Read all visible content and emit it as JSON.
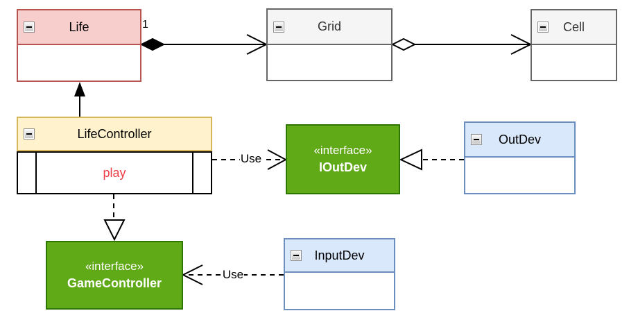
{
  "colors": {
    "red_fill": "#f8cecc",
    "red_stroke": "#b85450",
    "yellow_fill": "#fff2cc",
    "yellow_stroke": "#d6b656",
    "gray_fill": "#f5f5f5",
    "gray_stroke": "#666666",
    "blue_fill": "#dae8fc",
    "blue_stroke": "#6c8ebf",
    "green_fill": "#60a917",
    "green_stroke": "#2d7600",
    "green_text": "#ffffff",
    "method_text": "#ed3d47",
    "edge_stroke": "#000000"
  },
  "classes": {
    "life": {
      "title": "Life"
    },
    "grid": {
      "title": "Grid"
    },
    "cell": {
      "title": "Cell"
    },
    "life_controller": {
      "title": "LifeController",
      "method": "play"
    },
    "ioutdev": {
      "stereotype": "«interface»",
      "name": "IOutDev"
    },
    "outdev": {
      "title": "OutDev"
    },
    "game_controller": {
      "stereotype": "«interface»",
      "name": "GameController"
    },
    "inputdev": {
      "title": "InputDev"
    }
  },
  "edges": {
    "life_to_grid": {
      "type": "composition",
      "multiplicity": "1"
    },
    "grid_to_cell": {
      "type": "aggregation"
    },
    "lifecontroller_to_life": {
      "type": "association"
    },
    "lifecontroller_to_ioutdev": {
      "type": "dependency",
      "label": "Use"
    },
    "outdev_to_ioutdev": {
      "type": "realization"
    },
    "lifecontroller_to_gamecontroller": {
      "type": "realization"
    },
    "inputdev_to_gamecontroller": {
      "type": "dependency",
      "label": "Use"
    }
  }
}
